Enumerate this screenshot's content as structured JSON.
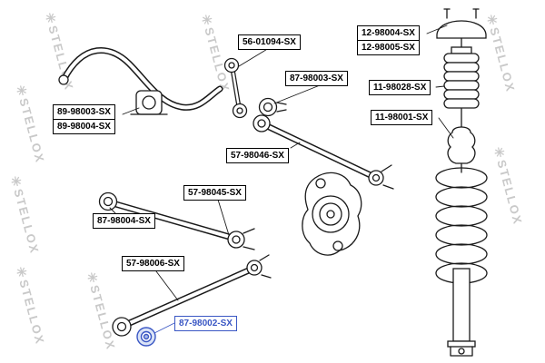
{
  "brand": "STELLOX",
  "watermark": {
    "star": "✳",
    "text": "STELLOX",
    "color": "#c9c9c9"
  },
  "colors": {
    "line": "#1a1a1a",
    "highlight_blue": "#3a57c4",
    "watermark_gray": "#c9c9c9"
  },
  "labels": {
    "stab_link": "56-01094-SX",
    "mount_a": "12-98004-SX",
    "mount_b": "12-98005-SX",
    "bush_87_98003": "87-98003-SX",
    "boot": "11-98028-SX",
    "bump": "11-98001-SX",
    "stab_bush_a": "89-98003-SX",
    "stab_bush_b": "89-98004-SX",
    "rod_57_98046": "57-98046-SX",
    "rod_57_98045": "57-98045-SX",
    "bush_87_98004": "87-98004-SX",
    "rod_57_98006": "57-98006-SX",
    "bush_87_98002": "87-98002-SX"
  }
}
